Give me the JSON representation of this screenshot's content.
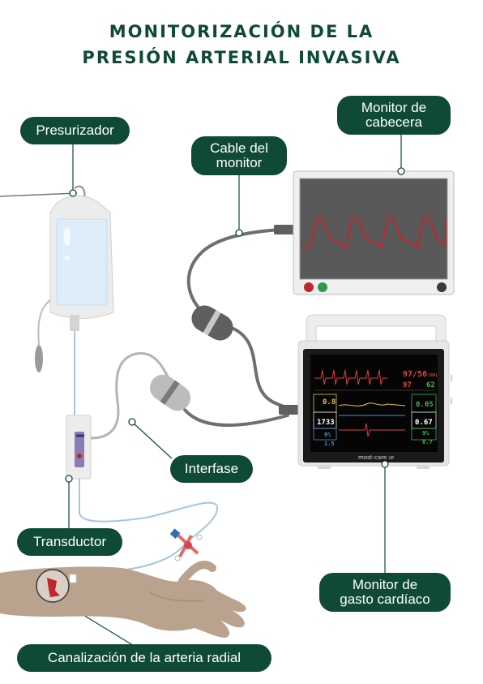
{
  "title": {
    "line1": "MONITORIZACIÓN DE LA",
    "line2": "PRESIÓN ARTERIAL INVASIVA"
  },
  "labels": {
    "presurizador": "Presurizador",
    "cable_line1": "Cable del",
    "cable_line2": "monitor",
    "monitor_cabecera_line1": "Monitor de",
    "monitor_cabecera_line2": "cabecera",
    "interfase": "Interfase",
    "transductor": "Transductor",
    "monitor_gasto_line1": "Monitor de",
    "monitor_gasto_line2": "gasto cardíaco",
    "canalizacion": "Canalización de la arteria radial"
  },
  "gasto_screen": {
    "pressure": "97/56",
    "pressure_mean": "(69)",
    "hr": "97",
    "spo2": "62",
    "co": "0.8",
    "cce": "0.05",
    "svr": "1733",
    "dpmx": "0.67",
    "small1": "9%",
    "small2": "9%",
    "small3": "1.5",
    "small4": "0.7",
    "brand": "most-care",
    "brand_suffix": "UP"
  },
  "colors": {
    "brand_green": "#0f4a35",
    "waveform_red": "#c0272d",
    "bag_fluid": "#dcecf8",
    "skin": "#b9a38f",
    "cable_gray": "#6f6f6f"
  }
}
